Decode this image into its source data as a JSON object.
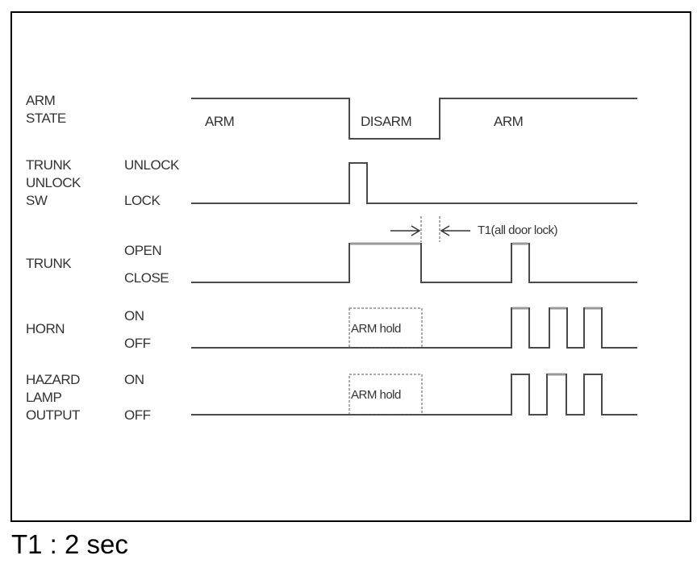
{
  "signals": [
    {
      "name": "ARM STATE",
      "label_lines": [
        "ARM",
        "STATE"
      ],
      "levels": []
    },
    {
      "name": "TRUNK UNLOCK SW",
      "label_lines": [
        "TRUNK",
        "UNLOCK",
        "SW"
      ],
      "levels": [
        "UNLOCK",
        "LOCK"
      ]
    },
    {
      "name": "TRUNK",
      "label_lines": [
        "TRUNK"
      ],
      "levels": [
        "OPEN",
        "CLOSE"
      ]
    },
    {
      "name": "HORN",
      "label_lines": [
        "HORN"
      ],
      "levels": [
        "ON",
        "OFF"
      ]
    },
    {
      "name": "HAZARD LAMP OUTPUT",
      "label_lines": [
        "HAZARD",
        "LAMP",
        "OUTPUT"
      ],
      "levels": [
        "ON",
        "OFF"
      ]
    }
  ],
  "arm_state_segments": [
    "ARM",
    "DISARM",
    "ARM"
  ],
  "hold_label": "ARM hold",
  "t1_annotation": "T1(all door lock)",
  "footnote": "T1 : 2 sec"
}
